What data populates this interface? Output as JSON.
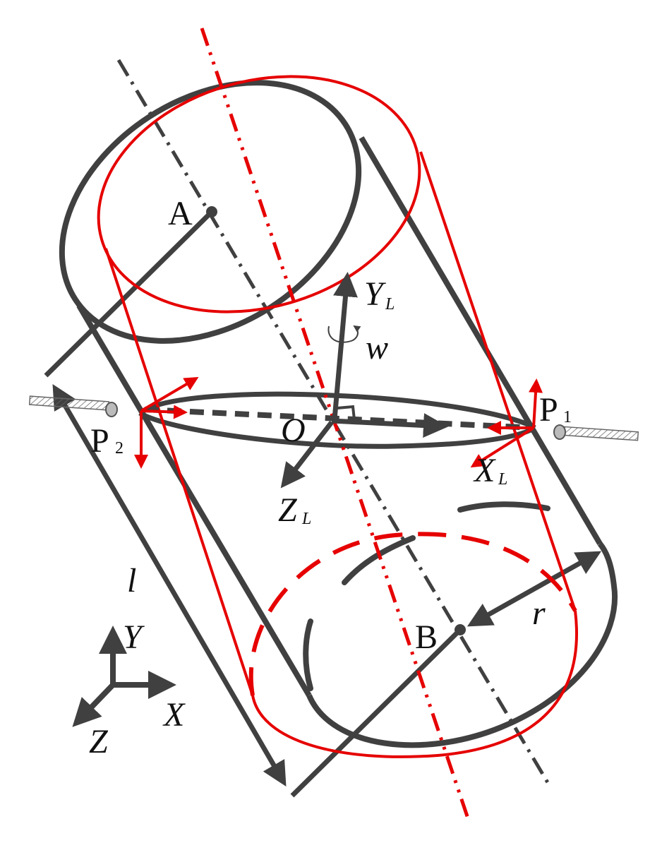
{
  "colors": {
    "dark": "#404040",
    "red": "#e60000",
    "hatch": "#777777"
  },
  "labels": {
    "A": "A",
    "B": "B",
    "O": "O",
    "l": "l",
    "r": "r",
    "w": "w",
    "P1_main": "P",
    "P1_sub": "1",
    "P2_main": "P",
    "P2_sub": "2",
    "YL_main": "Y",
    "YL_sub": "L",
    "XL_main": "X",
    "XL_sub": "L",
    "ZL_main": "Z",
    "ZL_sub": "L",
    "X": "X",
    "Y": "Y",
    "Z": "Z"
  }
}
